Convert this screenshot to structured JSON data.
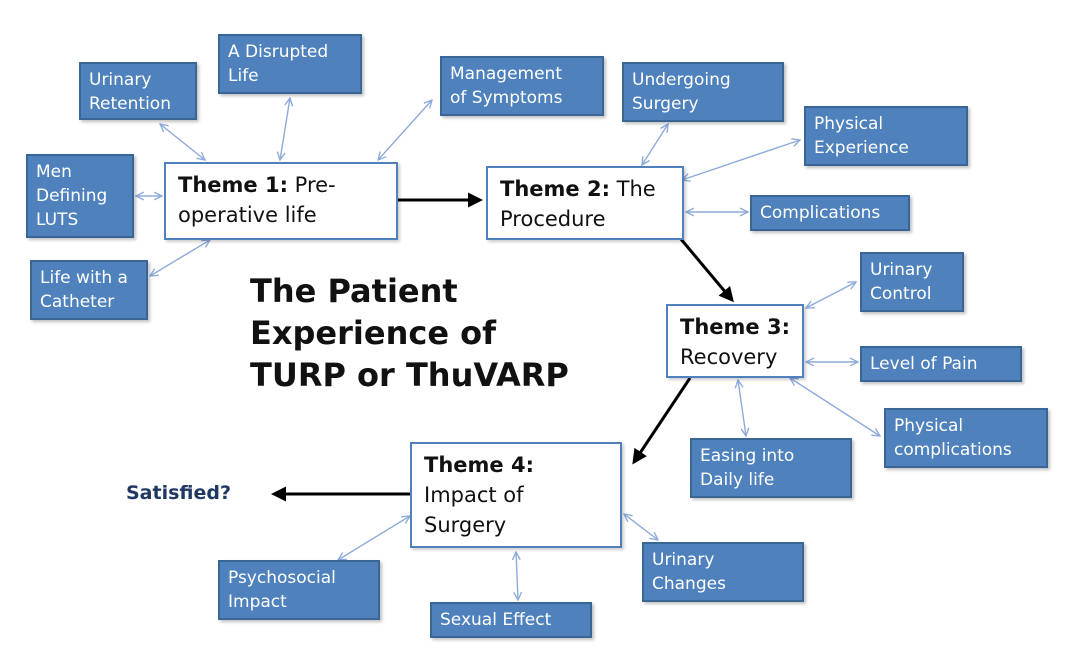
{
  "title": "The Patient\nExperience of\nTURP or ThuVARP",
  "themes": {
    "t1": {
      "label": "Theme 1:",
      "text": " Pre-operative life"
    },
    "t2": {
      "label": "Theme 2:",
      "text": " The Procedure"
    },
    "t3": {
      "label": "Theme 3:",
      "text": " Recovery"
    },
    "t4": {
      "label": "Theme 4:",
      "text": " Impact of Surgery"
    }
  },
  "subthemes": {
    "urinary_retention": "Urinary\nRetention",
    "disrupted_life": "A Disrupted\nLife",
    "management_symptoms": "Management\nof Symptoms",
    "men_defining_luts": "Men\nDefining\nLUTS",
    "life_catheter": "Life with a\nCatheter",
    "undergoing_surgery": "Undergoing\nSurgery",
    "physical_experience": "Physical\nExperience",
    "complications": "Complications",
    "urinary_control": "Urinary\nControl",
    "level_of_pain": "Level of Pain",
    "physical_complications": "Physical\ncomplications",
    "easing_daily_life": "Easing into\nDaily life",
    "psychosocial_impact": "Psychosocial\nImpact",
    "sexual_effect": "Sexual Effect",
    "urinary_changes": "Urinary\nChanges"
  },
  "outcome": "Satisfied?",
  "colors": {
    "subtheme_fill": "#4f81bd",
    "theme_border": "#4f81bd",
    "link_line": "#8eaadb",
    "flow_arrow": "#000000",
    "outcome_text": "#1f3864"
  }
}
